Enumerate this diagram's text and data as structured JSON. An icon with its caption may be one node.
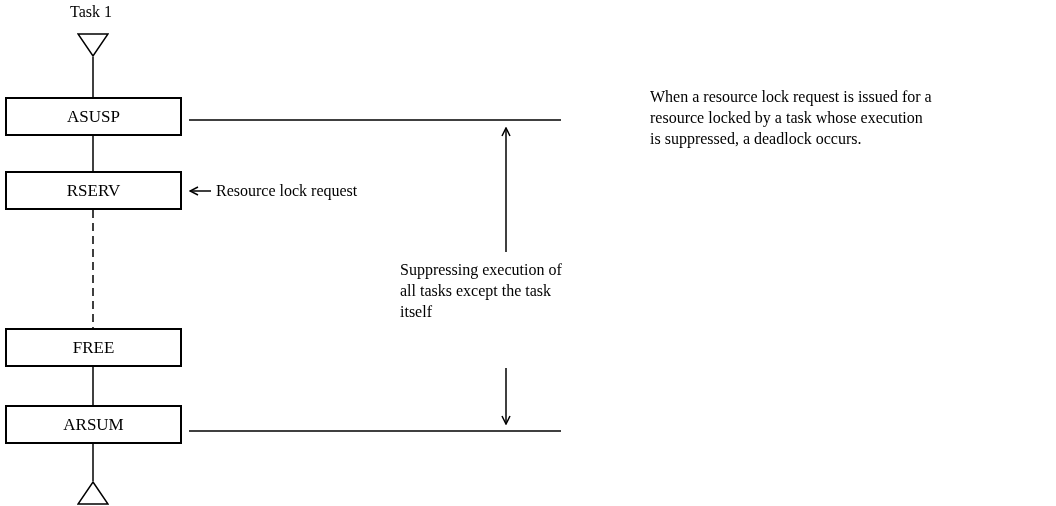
{
  "diagram": {
    "nodes": [
      {
        "text": [
          "Task 1"
        ]
      },
      {
        "text": [
          "ASUSP"
        ]
      },
      {
        "text": [
          "RSERV"
        ]
      },
      {
        "text": [
          "FREE"
        ]
      },
      {
        "text": [
          "ARSUM"
        ]
      },
      {
        "text": [],
        "shape": "triangle"
      },
      {
        "text": [
          "Resource lock request"
        ]
      }
    ],
    "edges": [
      {
        "from": 0,
        "to": 1,
        "arrow": "none"
      },
      {
        "from": 1,
        "to": 2,
        "arrow": "none"
      },
      {
        "from": 2,
        "to": 3,
        "arrow": "none",
        "style": "dashed"
      },
      {
        "from": 3,
        "to": 4,
        "arrow": "none"
      },
      {
        "from": 4,
        "to": 5,
        "arrow": "none"
      },
      {
        "from": 6,
        "to": 2,
        "arrow": "to"
      }
    ],
    "labels": [
      "Suppressing execution of all tasks except the task itself",
      "When a resource lock request is issued for a resource locked by a task whose execution is suppressed, a deadlock occurs."
    ]
  }
}
